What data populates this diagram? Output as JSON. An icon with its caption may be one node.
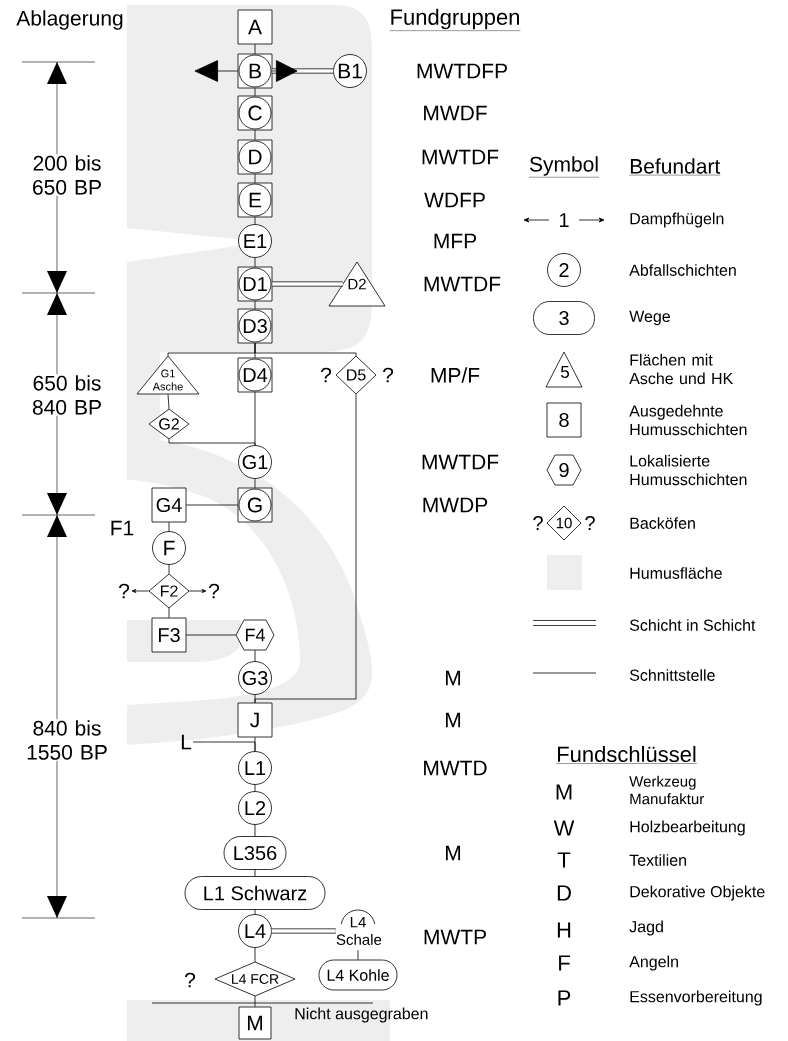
{
  "diagram": {
    "nodes": [
      {
        "text": [
          "A"
        ]
      },
      {
        "text": [
          "B"
        ]
      },
      {
        "text": [
          "B1"
        ]
      },
      {
        "text": [
          "C"
        ]
      },
      {
        "text": [
          "D"
        ]
      },
      {
        "text": [
          "E"
        ]
      },
      {
        "text": [
          "E1"
        ]
      },
      {
        "text": [
          "D1"
        ]
      },
      {
        "text": [
          "D2"
        ]
      },
      {
        "text": [
          "D3"
        ]
      },
      {
        "text": [
          "G1 Asche"
        ]
      },
      {
        "text": [
          "D4"
        ]
      },
      {
        "text": [
          "D5"
        ],
        "beside": [
          "?",
          "?"
        ]
      },
      {
        "text": [
          "G2"
        ]
      },
      {
        "text": [
          "G1"
        ]
      },
      {
        "text": [
          "G4"
        ]
      },
      {
        "text": [
          "G"
        ]
      },
      {
        "text": [
          "F"
        ]
      },
      {
        "text": [
          "F2"
        ]
      },
      {
        "text": [
          "F3"
        ]
      },
      {
        "text": [
          "F4"
        ]
      },
      {
        "text": [
          "G3"
        ]
      },
      {
        "text": [
          "J"
        ]
      },
      {
        "text": [
          "L"
        ]
      },
      {
        "text": [
          "L1"
        ]
      },
      {
        "text": [
          "L2"
        ]
      },
      {
        "text": [
          "L356"
        ]
      },
      {
        "text": [
          "L1 Schwarz"
        ]
      },
      {
        "text": [
          "L4"
        ]
      },
      {
        "text": [
          "L4 Schale"
        ]
      },
      {
        "text": [
          "L4 FCR"
        ]
      },
      {
        "text": [
          "L4 Kohle"
        ]
      },
      {
        "text": [
          "M"
        ]
      },
      {
        "text": [
          "?"
        ]
      },
      {
        "text": [
          "?"
        ]
      }
    ],
    "edges": [
      {
        "from": 0,
        "to": 1,
        "arrow": "none"
      },
      {
        "from": 1,
        "to": 2,
        "arrow": "none",
        "style": "thick"
      },
      {
        "from": 1,
        "to": null,
        "arrow": "to"
      },
      {
        "from": 1,
        "to": null,
        "arrow": "to"
      },
      {
        "from": 1,
        "to": 3,
        "arrow": "none"
      },
      {
        "from": 3,
        "to": 4,
        "arrow": "none"
      },
      {
        "from": 4,
        "to": 5,
        "arrow": "none"
      },
      {
        "from": 5,
        "to": 6,
        "arrow": "none"
      },
      {
        "from": 6,
        "to": 7,
        "arrow": "none"
      },
      {
        "from": 7,
        "to": 8,
        "arrow": "none",
        "style": "thick"
      },
      {
        "from": 7,
        "to": 9,
        "arrow": "none"
      },
      {
        "from": 9,
        "to": 10,
        "arrow": "none"
      },
      {
        "from": 9,
        "to": 11,
        "arrow": "none"
      },
      {
        "from": 9,
        "to": 12,
        "arrow": "none"
      },
      {
        "from": 10,
        "to": 13,
        "arrow": "none"
      },
      {
        "from": 13,
        "to": 14,
        "arrow": "none"
      },
      {
        "from": 11,
        "to": 14,
        "arrow": "none"
      },
      {
        "from": 14,
        "to": 16,
        "arrow": "none"
      },
      {
        "from": 16,
        "to": 15,
        "arrow": "none"
      },
      {
        "from": 15,
        "to": 17,
        "arrow": "none"
      },
      {
        "from": 17,
        "to": 18,
        "arrow": "none"
      },
      {
        "from": 18,
        "to": 33,
        "arrow": "to"
      },
      {
        "from": 18,
        "to": 34,
        "arrow": "to"
      },
      {
        "from": 18,
        "to": 19,
        "arrow": "none"
      },
      {
        "from": 19,
        "to": 20,
        "arrow": "none"
      },
      {
        "from": 20,
        "to": 21,
        "arrow": "none"
      },
      {
        "from": 21,
        "to": 22,
        "arrow": "none"
      },
      {
        "from": 12,
        "to": 22,
        "arrow": "none"
      },
      {
        "from": 22,
        "to": 24,
        "arrow": "none"
      },
      {
        "from": 23,
        "to": 24,
        "arrow": "none"
      },
      {
        "from": 24,
        "to": 25,
        "arrow": "none"
      },
      {
        "from": 25,
        "to": 26,
        "arrow": "none"
      },
      {
        "from": 26,
        "to": 27,
        "arrow": "none"
      },
      {
        "from": 27,
        "to": 28,
        "arrow": "none"
      },
      {
        "from": 28,
        "to": 29,
        "arrow": "none",
        "style": "thick"
      },
      {
        "from": 29,
        "to": 31,
        "arrow": "none"
      },
      {
        "from": 28,
        "to": 30,
        "arrow": "none"
      },
      {
        "from": 30,
        "to": 32,
        "arrow": "none"
      }
    ],
    "labels": [
      "Ablagerung",
      "200 bis 650 BP",
      "650 bis 840 BP",
      "F1",
      "840 bis 1550 BP",
      "?",
      "Fundgruppen",
      "MWTDFP",
      "MWDF",
      "MWTDF",
      "WDFP",
      "MFP",
      "MWTDF",
      "MP/F",
      "MWTDF",
      "MWDP",
      "M",
      "M",
      "MWTD",
      "M",
      "MWTP",
      "Nicht ausgegraben",
      "Symbol",
      "Befundart",
      "1",
      "2",
      "3",
      "5",
      "8",
      "9",
      "?",
      "10",
      "?",
      "Fundschlüssel",
      "M",
      "Werkzeug Manufaktur",
      "W",
      "Holzbearbeitung",
      "T",
      "Textilien",
      "D",
      "Dekorative Objekte",
      "H",
      "Jagd",
      "F",
      "Angeln",
      "P",
      "Essenvorbereitung"
    ],
    "legend": [
      {
        "text": "Dampfhügeln"
      },
      {
        "text": "Abfallschichten"
      },
      {
        "text": "Wege"
      },
      {
        "text": "Flächen mit Asche und HK"
      },
      {
        "text": "Ausgedehnte Humusschichten"
      },
      {
        "text": "Lokalisierte Humusschichten"
      },
      {
        "text": "Backöfen"
      },
      {
        "text": "Humusfläche",
        "color": "#eeeeee"
      },
      {
        "text": "Schicht in Schicht"
      },
      {
        "text": "Schnittstelle"
      }
    ]
  }
}
